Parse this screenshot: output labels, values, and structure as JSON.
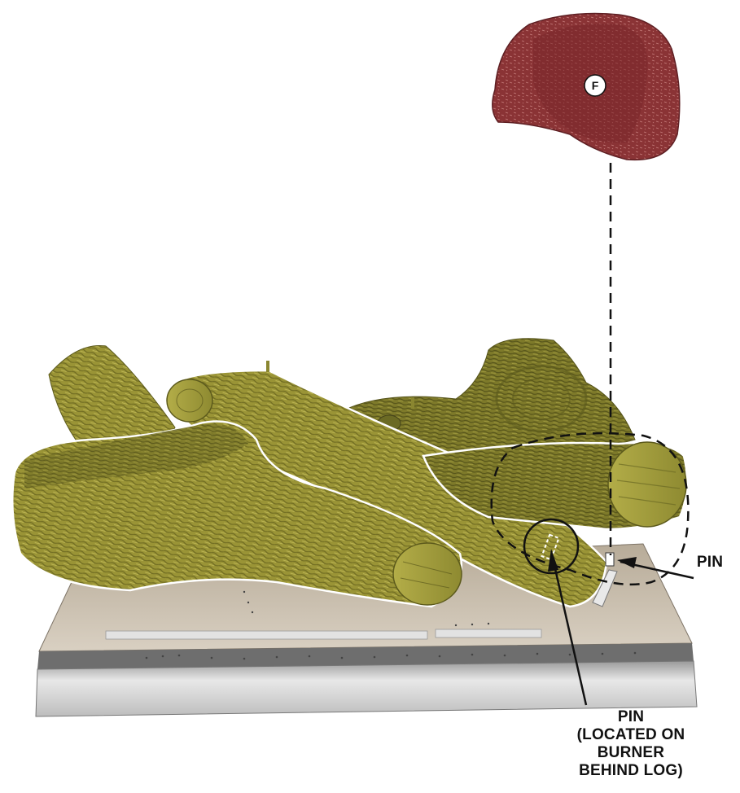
{
  "diagram": {
    "log_marker_letter": "F",
    "callouts": {
      "pin_right": "PIN",
      "pin_bottom_lines": [
        "PIN",
        "(LOCATED ON",
        "BURNER",
        "BEHIND LOG)"
      ]
    },
    "colors": {
      "log_primary": "#9a9436",
      "log_highlight": "#b9b24f",
      "log_shadow": "#6b6a24",
      "log_grain": "#5c5a1c",
      "top_log": "#8a3335",
      "top_log_dark": "#5e1f23",
      "burner_panel": "#c7bcac",
      "burner_front": "#d9d6d2",
      "burner_edge": "#8a8a8a",
      "outline": "#111111"
    }
  }
}
